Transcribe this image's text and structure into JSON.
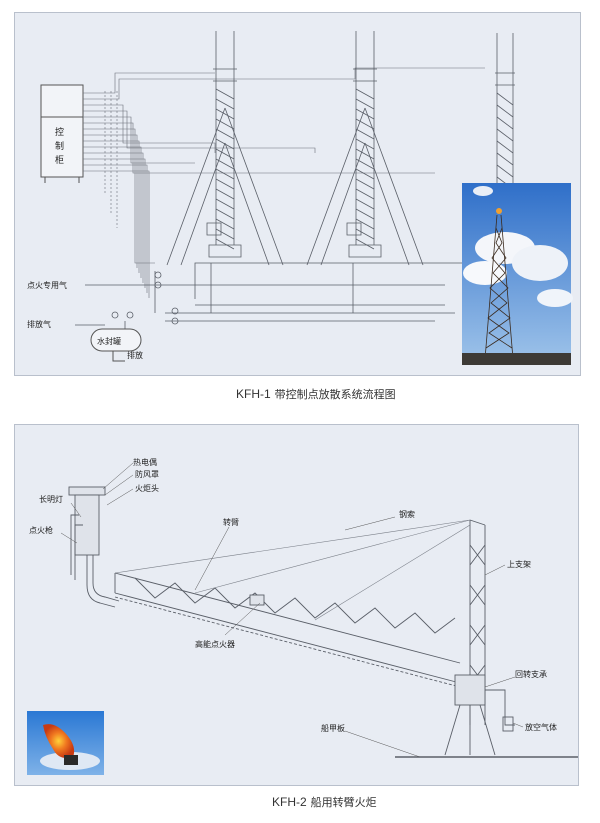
{
  "figure1": {
    "code": "KFH-1",
    "caption": "带控制点放散系统流程图",
    "labels": {
      "control_cabinet": [
        "控",
        "制",
        "柜"
      ],
      "ignition_gas": "点火专用气",
      "vent_gas": "排放气",
      "water_seal": "水封罐",
      "discharge": "排放"
    }
  },
  "figure2": {
    "code": "KFH-2",
    "caption": "船用转臂火炬",
    "labels": {
      "thermocouple": "热电偶",
      "windshield": "防风罩",
      "torch_head": "火炬头",
      "pilot_lamp": "长明灯",
      "igniter_gun": "点火枪",
      "rotating_arm": "转臂",
      "steel_cable": "钢索",
      "upper_bracket": "上支架",
      "hi_energy_igniter": "高能点火器",
      "slewing_support": "回转支承",
      "deck_plate": "船甲板",
      "vent_gas": "放空气体"
    }
  },
  "colors": {
    "panel_bg": "#e8ecf3",
    "line": "#5a5f68",
    "flame": "#e8541c",
    "sky": "#2f7fd6"
  }
}
